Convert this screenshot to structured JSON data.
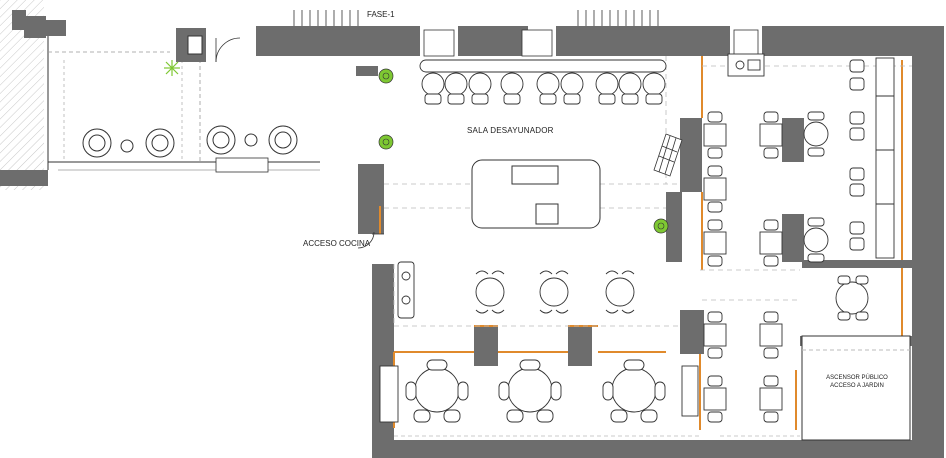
{
  "labels": {
    "phase": "FASE-1",
    "room": "SALA DESAYUNADOR",
    "kitchen_access": "ACCESO COCINA",
    "lift_line1": "ASCENSOR PÚBLICO",
    "lift_line2": "ACCESO A JARDIN"
  },
  "colors": {
    "wall": "#6d6d6d",
    "line": "#333333",
    "accent_partition": "#e08a2c",
    "plant": "#7ec832",
    "dashed": "#bbbbbb"
  }
}
